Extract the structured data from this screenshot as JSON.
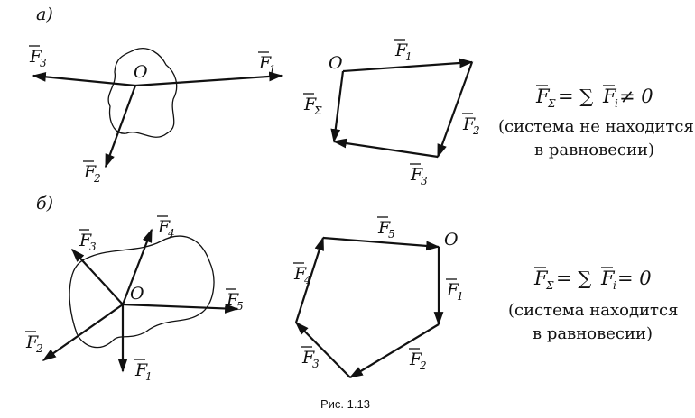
{
  "figure": {
    "caption": "Рис. 1.13",
    "part_a": {
      "label": "а)",
      "point_label": "O",
      "forces": [
        {
          "name": "F",
          "sub": "1"
        },
        {
          "name": "F",
          "sub": "2"
        },
        {
          "name": "F",
          "sub": "3"
        }
      ],
      "polygon_point": "O",
      "polygon_forces": [
        {
          "name": "F",
          "sub": "1"
        },
        {
          "name": "F",
          "sub": "2"
        },
        {
          "name": "F",
          "sub": "3"
        }
      ],
      "resultant": {
        "name": "F",
        "sub": "Σ"
      },
      "equation": {
        "lhs": "F",
        "lhs_sub": "Σ",
        "middle": " = ∑",
        "sum_term": "F",
        "sum_sub": "i",
        "rhs": " ≠ 0"
      },
      "note_line1": "(система не находится",
      "note_line2": "в равновесии)"
    },
    "part_b": {
      "label": "б)",
      "point_label": "O",
      "forces": [
        {
          "name": "F",
          "sub": "1"
        },
        {
          "name": "F",
          "sub": "2"
        },
        {
          "name": "F",
          "sub": "3"
        },
        {
          "name": "F",
          "sub": "4"
        },
        {
          "name": "F",
          "sub": "5"
        }
      ],
      "polygon_point": "O",
      "polygon_forces": [
        {
          "name": "F",
          "sub": "1"
        },
        {
          "name": "F",
          "sub": "2"
        },
        {
          "name": "F",
          "sub": "3"
        },
        {
          "name": "F",
          "sub": "4"
        },
        {
          "name": "F",
          "sub": "5"
        }
      ],
      "equation": {
        "lhs": "F",
        "lhs_sub": "Σ",
        "middle": " = ∑",
        "sum_term": "F",
        "sum_sub": "i",
        "rhs": " = 0"
      },
      "note_line1": "(система находится",
      "note_line2": "в равновесии)"
    }
  }
}
